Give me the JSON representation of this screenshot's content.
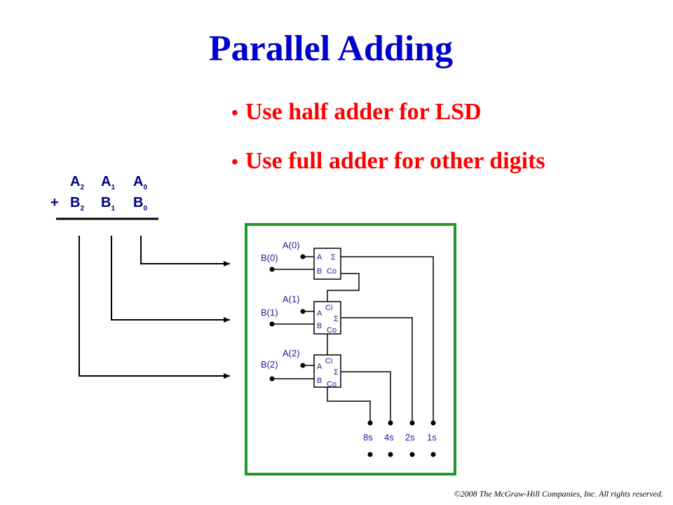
{
  "slide": {
    "title": "Parallel Adding",
    "bullets": [
      "Use half adder for LSD",
      "Use full adder for other digits"
    ],
    "footer": "©2008 The McGraw-Hill Companies, Inc. All rights reserved."
  },
  "operands": {
    "plus": "+",
    "row_a": [
      {
        "letter": "A",
        "sub": "2"
      },
      {
        "letter": "A",
        "sub": "1"
      },
      {
        "letter": "A",
        "sub": "0"
      }
    ],
    "row_b": [
      {
        "letter": "B",
        "sub": "2"
      },
      {
        "letter": "B",
        "sub": "1"
      },
      {
        "letter": "B",
        "sub": "0"
      }
    ]
  },
  "circuit": {
    "inputs": [
      {
        "a": "A(0)",
        "b": "B(0)"
      },
      {
        "a": "A(1)",
        "b": "B(1)"
      },
      {
        "a": "A(2)",
        "b": "B(2)"
      }
    ],
    "gate_labels": {
      "a": "A",
      "b": "B",
      "sum": "Σ",
      "carry_out_half": "Co",
      "carry_in": "Ci",
      "carry_out": "Co"
    },
    "outputs": [
      "8s",
      "4s",
      "2s",
      "1s"
    ],
    "colors": {
      "frame": "#1f9a2a",
      "title": "#0000cc",
      "bullet": "#ff0000",
      "label": "#1a1a9a"
    }
  }
}
